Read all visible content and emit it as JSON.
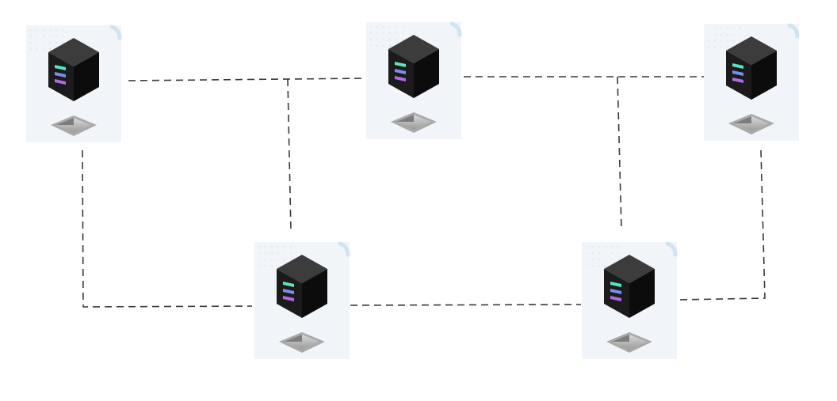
{
  "diagram": {
    "background_color": "#ffffff",
    "link_style": {
      "color": "#3a3a3a",
      "pattern": "dashed"
    },
    "node_style": {
      "card_color": "#f1f5fa",
      "cube_top_color": "#3c3c3c",
      "cube_left_color": "#1b1b1b",
      "cube_right_color": "#0c0c0c",
      "stripe_colors": [
        "#58e6c2",
        "#7e8cf0",
        "#b06ae8"
      ],
      "icon": "server-cube-icon",
      "base_icon": "pedestal-icon"
    },
    "nodes": [
      {
        "id": "server-1"
      },
      {
        "id": "server-2"
      },
      {
        "id": "server-3"
      },
      {
        "id": "server-4"
      },
      {
        "id": "server-5"
      }
    ],
    "links": [
      {
        "from": "server-1",
        "to": "server-2"
      },
      {
        "from": "server-2",
        "to": "server-3"
      },
      {
        "from": "server-2",
        "to": "server-4"
      },
      {
        "from": "server-3",
        "to": "server-5"
      },
      {
        "from": "server-1",
        "to": "server-4"
      },
      {
        "from": "server-4",
        "to": "server-5"
      },
      {
        "from": "server-3",
        "to": "server-5"
      }
    ]
  }
}
